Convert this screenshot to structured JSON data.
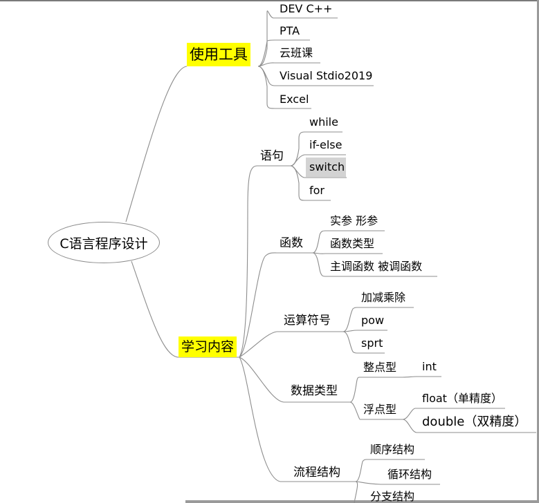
{
  "root": {
    "label": "C语言程序设计"
  },
  "branches": [
    {
      "label": "使用工具",
      "highlight": "#ffff00",
      "children": [
        {
          "label": "DEV C++"
        },
        {
          "label": "PTA"
        },
        {
          "label": "云班课"
        },
        {
          "label": "Visual Stdio2019"
        },
        {
          "label": "Excel"
        }
      ]
    },
    {
      "label": "学习内容",
      "highlight": "#ffff00",
      "children": [
        {
          "label": "语句",
          "children": [
            {
              "label": "while"
            },
            {
              "label": "if-else"
            },
            {
              "label": "switch",
              "selected": true
            },
            {
              "label": "for"
            }
          ]
        },
        {
          "label": "函数",
          "children": [
            {
              "label": "实参 形参"
            },
            {
              "label": "函数类型"
            },
            {
              "label": "主调函数 被调函数"
            }
          ]
        },
        {
          "label": "运算符号",
          "children": [
            {
              "label": "加减乘除"
            },
            {
              "label": "pow"
            },
            {
              "label": "sprt"
            }
          ]
        },
        {
          "label": "数据类型",
          "children": [
            {
              "label": "整点型",
              "children": [
                {
                  "label": "int"
                }
              ]
            },
            {
              "label": "浮点型",
              "children": [
                {
                  "label": "float（单精度）"
                },
                {
                  "label": "double（双精度）"
                }
              ]
            }
          ]
        },
        {
          "label": "流程结构",
          "children": [
            {
              "label": "顺序结构"
            },
            {
              "label": "循环结构"
            },
            {
              "label": "分支结构"
            }
          ]
        }
      ]
    }
  ],
  "colors": {
    "line": "#8c8c8c",
    "highlight": "#ffff00",
    "selected": "#d3d3d3"
  }
}
